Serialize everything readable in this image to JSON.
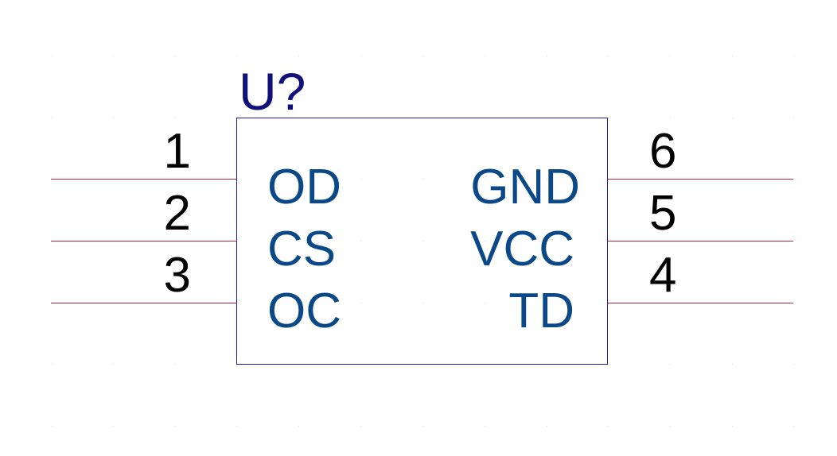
{
  "colors": {
    "background": "#ffffff",
    "body_outline": "#1a1aa6",
    "pin_line": "#b0283a",
    "reference": "#10107a",
    "pin_name": "#0b4887",
    "pin_number": "#000000",
    "grid_dot": "#d9d9d9"
  },
  "component": {
    "reference": "U?"
  },
  "pins": {
    "left": [
      {
        "number": "1",
        "name": "OD"
      },
      {
        "number": "2",
        "name": "CS"
      },
      {
        "number": "3",
        "name": "OC"
      }
    ],
    "right": [
      {
        "number": "6",
        "name": "GND"
      },
      {
        "number": "5",
        "name": "VCC"
      },
      {
        "number": "4",
        "name": "TD"
      }
    ]
  }
}
